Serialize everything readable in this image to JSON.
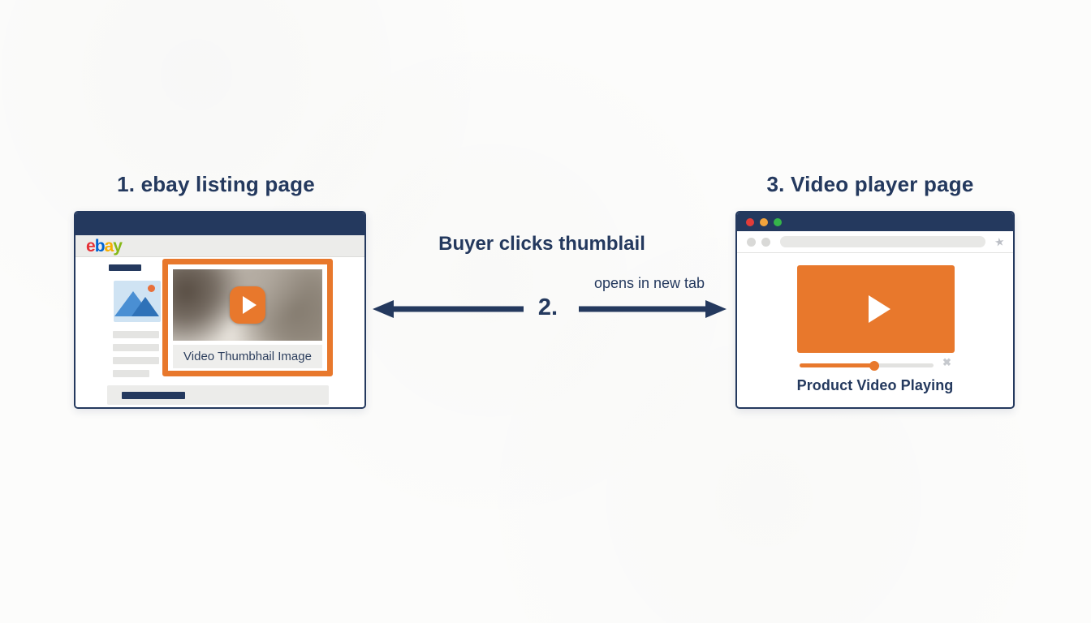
{
  "steps": {
    "left_title": "1. ebay listing page",
    "middle_label": "Buyer clicks thumblail",
    "middle_step_number": "2.",
    "middle_sub_label": "opens in new tab",
    "right_title": "3. Video player page"
  },
  "left_window": {
    "logo_letters": [
      {
        "char": "e",
        "color": "#e53238"
      },
      {
        "char": "b",
        "color": "#0064d2"
      },
      {
        "char": "a",
        "color": "#f5af02"
      },
      {
        "char": "y",
        "color": "#86b817"
      }
    ],
    "thumbnail_caption": "Video Thumbhail Image"
  },
  "right_window": {
    "traffic_lights": [
      "#e23c39",
      "#f2a33c",
      "#35b54a"
    ],
    "star_icon": "★",
    "close_icon": "✖",
    "progress_fill": "56%",
    "video_caption": "Product Video Playing"
  },
  "colors": {
    "navy": "#24395e",
    "orange": "#e8782c"
  }
}
